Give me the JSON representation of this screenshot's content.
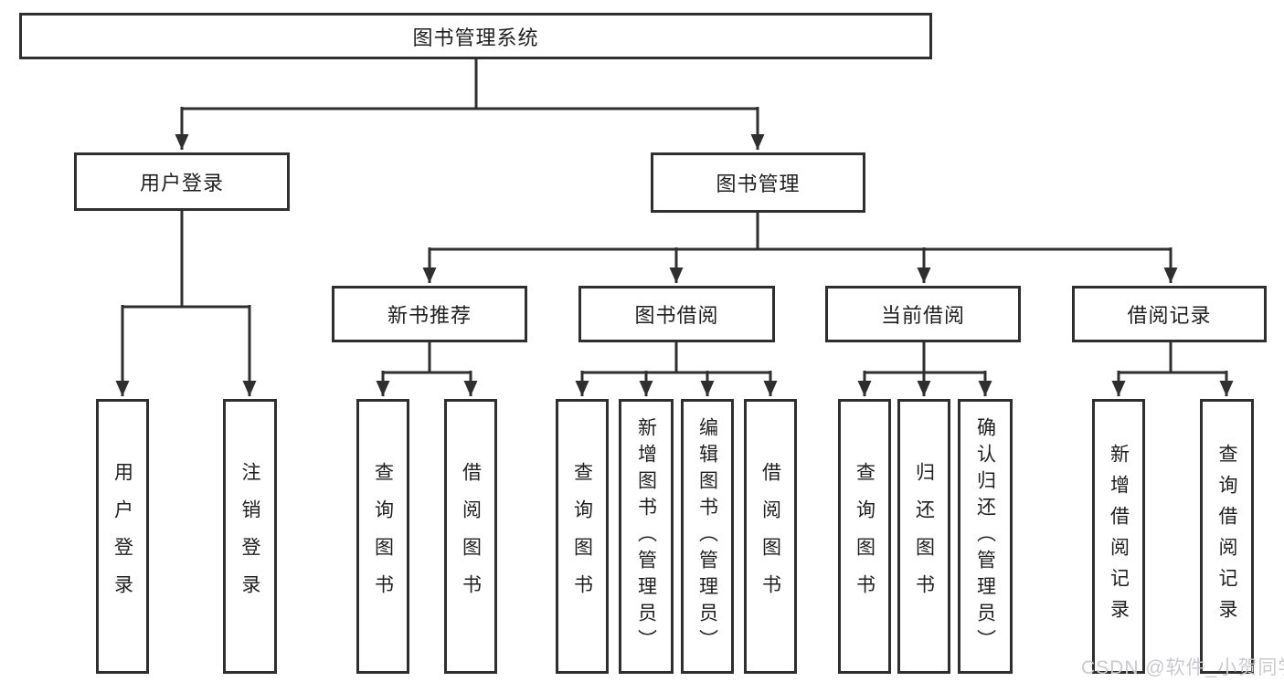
{
  "diagram_title": "图书管理系统",
  "tree": {
    "root": {
      "label": "图书管理系统"
    },
    "children": [
      {
        "label": "用户登录",
        "children": [
          {
            "label": "用户登录"
          },
          {
            "label": "注销登录"
          }
        ]
      },
      {
        "label": "图书管理",
        "children": [
          {
            "label": "新书推荐",
            "children": [
              {
                "label": "查询图书"
              },
              {
                "label": "借阅图书"
              }
            ]
          },
          {
            "label": "图书借阅",
            "children": [
              {
                "label": "查询图书"
              },
              {
                "label": "新增图书（管理员）"
              },
              {
                "label": "编辑图书（管理员）"
              },
              {
                "label": "借阅图书"
              }
            ]
          },
          {
            "label": "当前借阅",
            "children": [
              {
                "label": "查询图书"
              },
              {
                "label": "归还图书"
              },
              {
                "label": "确认归还（管理员）"
              }
            ]
          },
          {
            "label": "借阅记录",
            "children": [
              {
                "label": "新增借阅记录"
              },
              {
                "label": "查询借阅记录"
              }
            ]
          }
        ]
      }
    ]
  },
  "watermark": {
    "text": "CSDN @软件_小贺同学",
    "color": "#c9c9cf"
  },
  "colors": {
    "line": "#2f2f2f",
    "box_border": "#2f2f2f",
    "text": "#1f1f1f",
    "background": "#ffffff"
  }
}
